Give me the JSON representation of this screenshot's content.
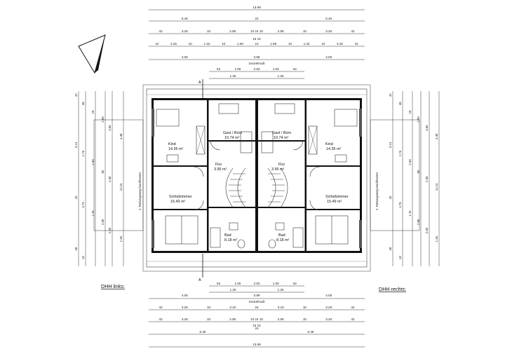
{
  "labels": {
    "left": "DHH links:",
    "right": "DHH rechts:"
  },
  "top_dims": [
    [
      "13.99"
    ],
    [
      "6.46",
      "24",
      "6.46"
    ],
    [
      "42",
      "3.26",
      "10",
      "2.85",
      "10 24 10",
      "2.85",
      "10",
      "3.26",
      "42"
    ],
    [
      "42",
      "3.26",
      "10",
      "1.32",
      "10",
      "1.68",
      "10",
      "1.68",
      "10",
      "1.32",
      "10",
      "3.26",
      "42"
    ],
    [
      "15 15"
    ],
    [
      "4.05",
      "3.89",
      "4.05"
    ],
    [
      "Sockelmaß"
    ],
    [
      "62",
      "1.06",
      "2.53",
      "1.06",
      "62"
    ],
    [
      "1.25",
      "1.25"
    ]
  ],
  "bottom_dims": [
    [
      "62",
      "1.06",
      "2.53",
      "1.06",
      "62"
    ],
    [
      "1.25",
      "1.25"
    ],
    [
      "4.05",
      "3.89",
      "4.05"
    ],
    [
      "Sockelmaß"
    ],
    [
      "42",
      "3.26",
      "10",
      "3.10",
      "24",
      "3.10",
      "10",
      "3.26",
      "42"
    ],
    [
      "42",
      "3.26",
      "10",
      "2.85",
      "10 24 10",
      "2.85",
      "10",
      "3.26",
      "42"
    ],
    [
      "15 15"
    ],
    [
      "24"
    ],
    [
      "6.46",
      "6.46"
    ],
    [
      "13.99"
    ]
  ],
  "side_dims_left": [
    "42",
    "48",
    "10",
    "2.89",
    "3.65",
    "4.40",
    "3.13",
    "1.76",
    "2.90",
    "30",
    "2.50",
    "11.24",
    "10",
    "4.75",
    "1.76",
    "2.89",
    "2.89",
    "1.36",
    "48",
    "42"
  ],
  "side_dims_right": [
    "42",
    "48",
    "10",
    "2.89",
    "3.65",
    "4.40",
    "3.13",
    "1.76",
    "2.90",
    "30",
    "2.50",
    "11.24",
    "10",
    "4.75",
    "1.76",
    "2.89",
    "2.89",
    "1.36",
    "48",
    "42"
  ],
  "side_notes": {
    "left": "2. Rettungsweg Dachfenster",
    "right": "2. Rettungsweg Dachfenster"
  },
  "rooms_left": [
    {
      "name": "Kind",
      "area": "14.35 m²"
    },
    {
      "name": "Gast / Büro",
      "area": "10.74 m²"
    },
    {
      "name": "Flur",
      "area": "3.95 m²"
    },
    {
      "name": "Schlafzimmer",
      "area": "15.49 m²"
    },
    {
      "name": "Bad",
      "area": "8.18 m²"
    }
  ],
  "rooms_right": [
    {
      "name": "Gast / Büro",
      "area": "10.74 m²"
    },
    {
      "name": "Kind",
      "area": "14.35 m²"
    },
    {
      "name": "Flur",
      "area": "3.95 m²"
    },
    {
      "name": "Schlafzimmer",
      "area": "15.49 m²"
    },
    {
      "name": "Bad",
      "area": "8.18 m²"
    }
  ],
  "section_markers": {
    "top": "A",
    "bottom": "A"
  }
}
